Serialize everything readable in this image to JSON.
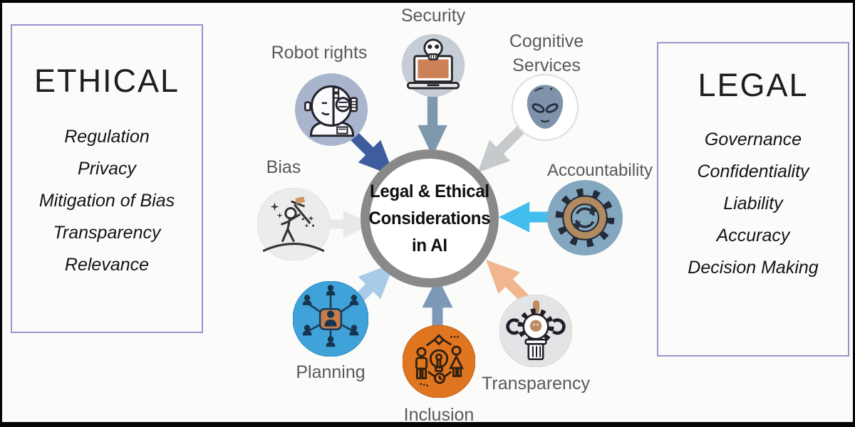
{
  "diagram": {
    "center": {
      "line1": "Legal & Ethical",
      "line2": "Considerations",
      "line3": "in AI"
    },
    "ethical": {
      "title": "ETHICAL",
      "items": [
        "Regulation",
        "Privacy",
        "Mitigation of Bias",
        "Transparency",
        "Relevance"
      ]
    },
    "legal": {
      "title": "LEGAL",
      "items": [
        "Governance",
        "Confidentiality",
        "Liability",
        "Accuracy",
        "Decision Making"
      ]
    },
    "nodes": [
      {
        "label": "Security",
        "icon": "skull-laptop-icon",
        "circle_color": "#c7cdd7",
        "arrow_color": "#7e98ae"
      },
      {
        "label": "Robot rights",
        "icon": "robot-head-icon",
        "circle_color": "#a9b5cd",
        "arrow_color": "#3d5d9e"
      },
      {
        "label": "Cognitive Services",
        "label_lines": [
          "Cognitive",
          "Services"
        ],
        "icon": "alien-head-icon",
        "circle_color": "#ffffff",
        "arrow_color": "#c7cacd"
      },
      {
        "label": "Accountability",
        "icon": "gear-sync-icon",
        "circle_color": "#84a7c0",
        "arrow_color": "#41bdee"
      },
      {
        "label": "Transparency",
        "icon": "gear-wrench-icon",
        "circle_color": "#e3e4e6",
        "arrow_color": "#f1b68e"
      },
      {
        "label": "Inclusion",
        "icon": "people-idea-icon",
        "circle_color": "#e0751f",
        "arrow_color": "#7e99b7"
      },
      {
        "label": "Planning",
        "icon": "network-people-icon",
        "circle_color": "#3fa2d8",
        "arrow_color": "#a7cbe8"
      },
      {
        "label": "Bias",
        "icon": "figure-pickaxe-icon",
        "circle_color": "#ececec",
        "arrow_color": "#e9e9e8"
      }
    ],
    "colors": {
      "frame_border": "#050505",
      "side_box_border": "#a18fca",
      "center_ring": "#898989",
      "label_text": "#58595b"
    }
  }
}
